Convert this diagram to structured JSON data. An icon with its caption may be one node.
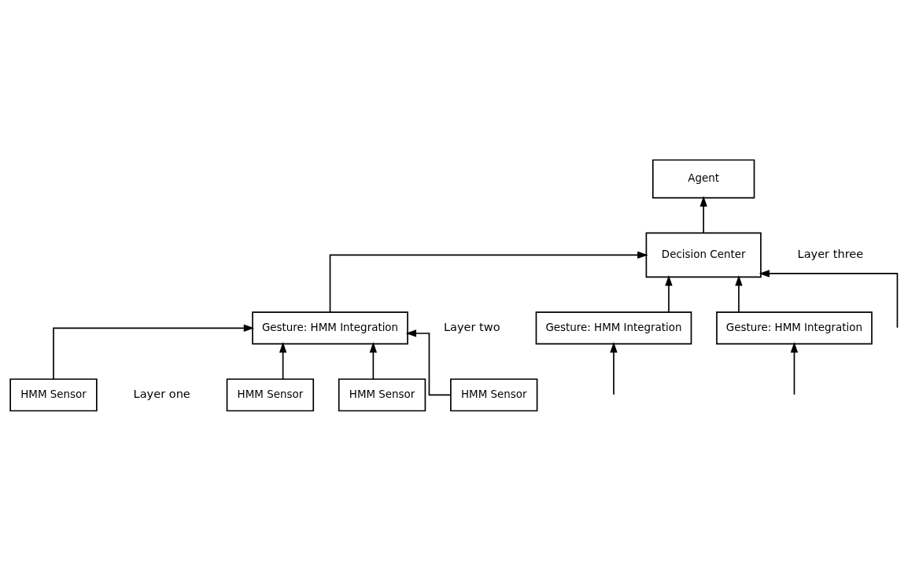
{
  "diagram": {
    "nodes": [
      {
        "text": [
          "Agent"
        ]
      },
      {
        "text": [
          "Decision Center"
        ]
      },
      {
        "text": [
          "Gesture: HMM Integration"
        ]
      },
      {
        "text": [
          "Gesture: HMM Integration"
        ]
      },
      {
        "text": [
          "Gesture: HMM Integration"
        ]
      },
      {
        "text": [
          "HMM Sensor"
        ]
      },
      {
        "text": [
          "HMM Sensor"
        ]
      },
      {
        "text": [
          "HMM Sensor"
        ]
      },
      {
        "text": [
          "HMM Sensor"
        ]
      }
    ],
    "edges": [
      {
        "from": 1,
        "to": 0,
        "arrow": "to"
      },
      {
        "from": 2,
        "to": 1,
        "arrow": "to"
      },
      {
        "from": 3,
        "to": 1,
        "arrow": "to"
      },
      {
        "from": 4,
        "to": 1,
        "arrow": "to"
      },
      {
        "from": null,
        "to": 1,
        "arrow": "to"
      },
      {
        "from": 5,
        "to": 2,
        "arrow": "to"
      },
      {
        "from": 6,
        "to": 2,
        "arrow": "to"
      },
      {
        "from": 7,
        "to": 2,
        "arrow": "to"
      },
      {
        "from": 8,
        "to": 2,
        "arrow": "to"
      },
      {
        "from": null,
        "to": 3,
        "arrow": "to"
      },
      {
        "from": null,
        "to": 4,
        "arrow": "to"
      }
    ],
    "labels": [
      "Layer three",
      "Layer two",
      "Layer one"
    ]
  }
}
